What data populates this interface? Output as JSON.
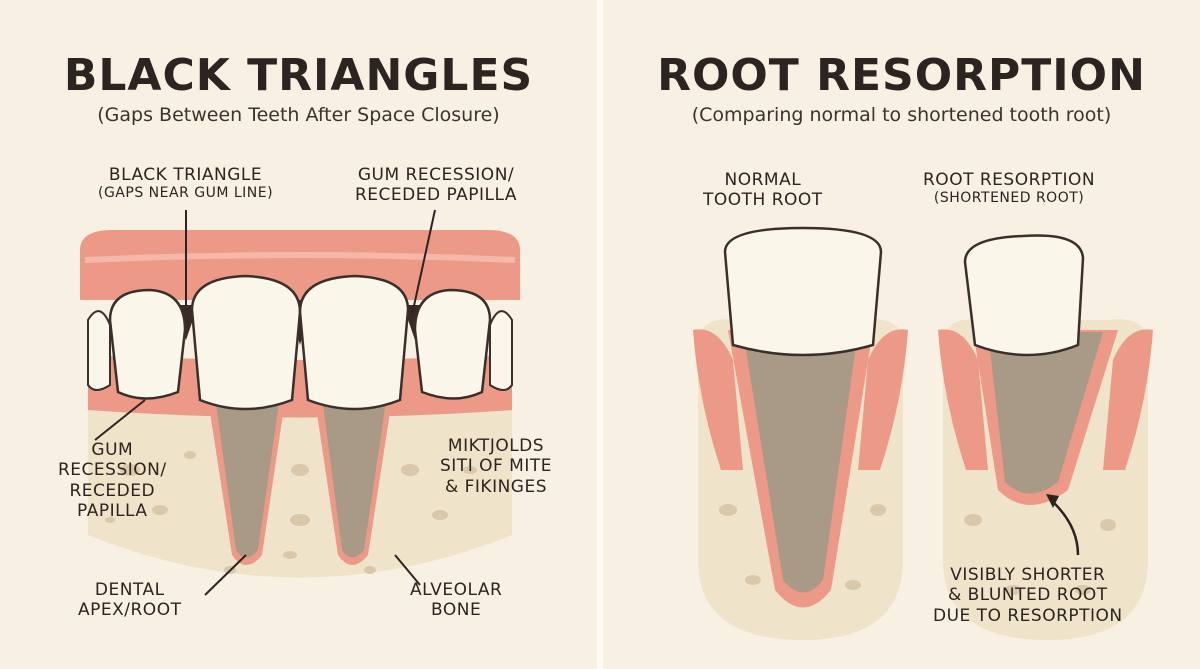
{
  "left_panel": {
    "title": "BLACK TRIANGLES",
    "subtitle": "(Gaps Between Teeth After Space Closure)",
    "labels": {
      "black_triangle": {
        "line1": "BLACK TRIANGLE",
        "line2": "(GAPS NEAR GUM LINE)"
      },
      "gum_recession_top": {
        "line1": "GUM RECESSION/",
        "line2": "RECEDED PAPILLA"
      },
      "gum_recession_side": {
        "line1": "GUM",
        "line2": "RECESSION/",
        "line3": "RECEDED",
        "line4": "PAPILLA"
      },
      "mikt": {
        "line1": "MIKTJOLDS",
        "line2": "SITI OF MITE",
        "line3": "& FIKINGES"
      },
      "dental_apex": {
        "line1": "DENTAL",
        "line2": "APEX/ROOT"
      },
      "alveolar_bone": {
        "line1": "ALVEOLAR",
        "line2": "BONE"
      }
    }
  },
  "right_panel": {
    "title": "ROOT RESORPTION",
    "subtitle": "(Comparing normal to shortened tooth root)",
    "labels": {
      "normal": {
        "line1": "NORMAL",
        "line2": "TOOTH ROOT"
      },
      "resorption": {
        "line1": "ROOT RESORPTION",
        "line2": "(SHORTENED ROOT)"
      },
      "visibly": {
        "line1": "VISIBLY SHORTER",
        "line2": "& BLUNTED ROOT",
        "line3": "DUE TO RESORPTION"
      }
    }
  },
  "colors": {
    "background": "#f8f1e3",
    "gum": "#ec9a87",
    "gum_dark": "#d97462",
    "tooth": "#fbf6ea",
    "root": "#a89a86",
    "bone": "#efe3c9"
  }
}
